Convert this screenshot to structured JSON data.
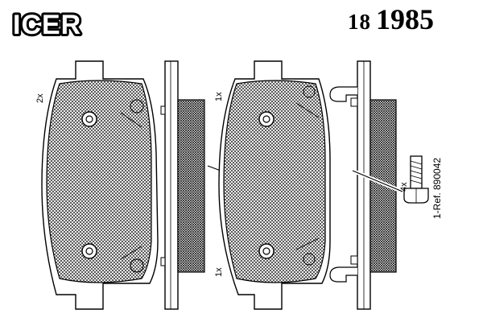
{
  "brand": {
    "logo_text": "ICER"
  },
  "part": {
    "series": "18",
    "number": "1985"
  },
  "pad_labels": {
    "left_pad_qty": "2x",
    "right_pad_top_qty": "1x",
    "right_pad_bottom_qty": "1x",
    "bolt_qty": "4x",
    "reference": "1-Ref. 890042"
  },
  "colors": {
    "ink": "#000000",
    "background": "#ffffff"
  }
}
